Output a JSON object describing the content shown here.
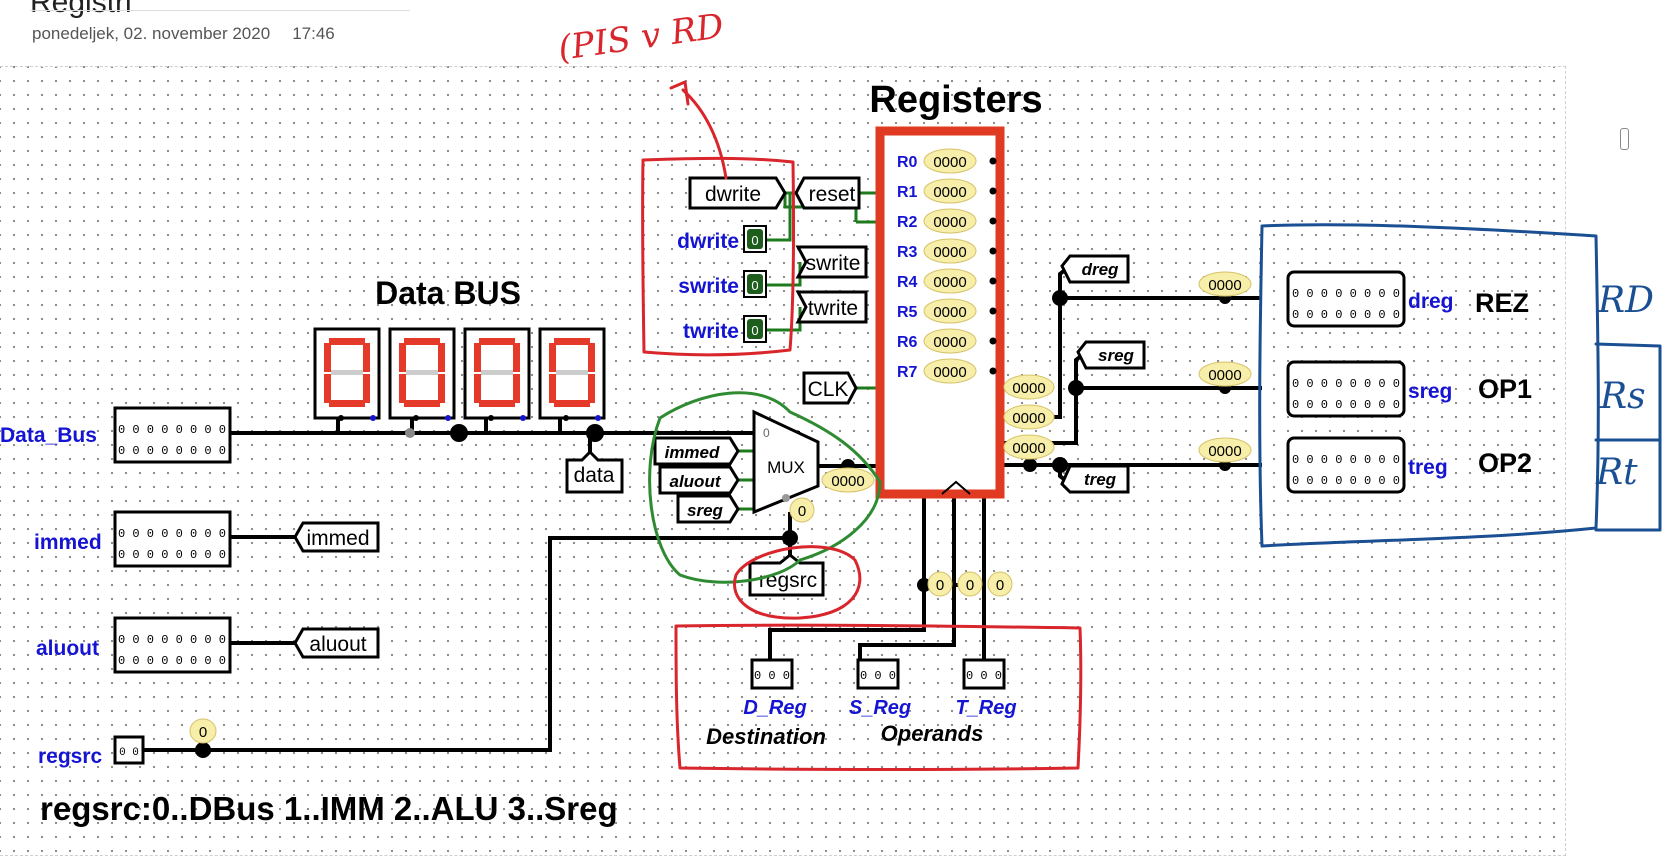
{
  "page": {
    "title": "Registri",
    "date": "ponedeljek, 02. november 2020",
    "time": "17:46"
  },
  "colors": {
    "pin_blue": "#1414d2",
    "register_border": "#e03a22",
    "annot_red": "#d8262c",
    "annot_green": "#2e8b32",
    "annot_blue": "#1b4f93",
    "probe_fill": "#f7eeaa",
    "led_green": "#1d5e1d",
    "seg_red": "#e53a2a"
  },
  "circuit": {
    "data_bus_title": "Data BUS",
    "registers_title": "Registers",
    "left_inputs": {
      "data_bus": "Data_Bus",
      "immed": "immed",
      "aluout": "aluout",
      "regsrc": "regsrc"
    },
    "bit_value": "0",
    "bit_row": "0 0 0 0 0 0 0 0",
    "regsrc_bits": "0 0",
    "tunnels": {
      "immed": "immed",
      "aluout": "aluout",
      "data": "data",
      "regsrc": "regsrc",
      "dwrite": "dwrite",
      "reset": "reset",
      "swrite": "swrite",
      "twrite": "twrite",
      "clk": "CLK"
    },
    "write_pins": [
      "dwrite",
      "swrite",
      "twrite"
    ],
    "write_values": [
      "0",
      "0",
      "0"
    ],
    "mux": {
      "label": "MUX",
      "inputs": [
        "immed",
        "aluout",
        "sreg"
      ],
      "zero_label": "0",
      "select_value": "0",
      "output_value": "0000"
    },
    "registers": [
      {
        "name": "R0",
        "value": "0000"
      },
      {
        "name": "R1",
        "value": "0000"
      },
      {
        "name": "R2",
        "value": "0000"
      },
      {
        "name": "R3",
        "value": "0000"
      },
      {
        "name": "R4",
        "value": "0000"
      },
      {
        "name": "R5",
        "value": "0000"
      },
      {
        "name": "R6",
        "value": "0000"
      },
      {
        "name": "R7",
        "value": "0000"
      }
    ],
    "register_outputs": [
      "0000",
      "0000",
      "0000"
    ],
    "selector_values": [
      "0",
      "0",
      "0"
    ],
    "selector_bits": "0 0 0",
    "selector_labels": [
      "D_Reg",
      "S_Reg",
      "T_Reg"
    ],
    "destination_label": "Destination",
    "operands_label": "Operands",
    "output_tunnels": [
      "dreg",
      "sreg",
      "treg"
    ],
    "outputs": [
      {
        "pin": "dreg",
        "value": "0000",
        "caption": "REZ"
      },
      {
        "pin": "sreg",
        "value": "0000",
        "caption": "OP1"
      },
      {
        "pin": "treg",
        "value": "0000",
        "caption": "OP2"
      }
    ],
    "regsrc_probe": "0",
    "legend": "regsrc:0..DBus 1..IMM 2..ALU 3..Sreg"
  },
  "annotations": {
    "top_handwriting": "(PIS v RD",
    "side_handwriting": [
      "RD",
      "Rs",
      "Rt"
    ]
  }
}
